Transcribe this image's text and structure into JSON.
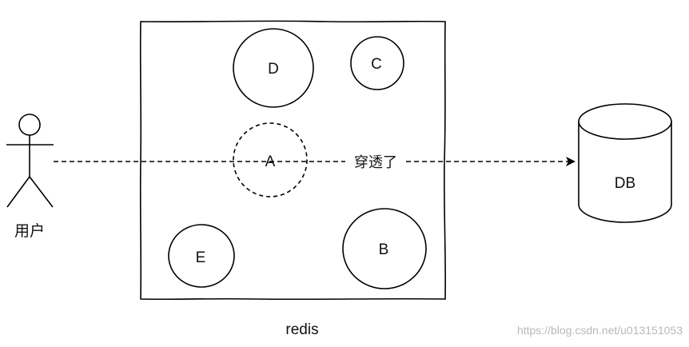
{
  "diagram": {
    "container_label": "redis",
    "actor_label": "用户",
    "edge_label": "穿透了",
    "database_label": "DB",
    "nodes": {
      "a": "A",
      "b": "B",
      "c": "C",
      "d": "D",
      "e": "E"
    },
    "watermark": "https://blog.csdn.net/u013151053"
  }
}
